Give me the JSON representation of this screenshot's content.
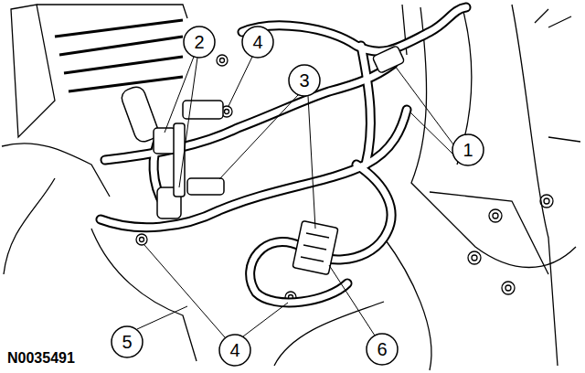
{
  "diagram": {
    "labels": [
      "2",
      "4",
      "3",
      "1",
      "5",
      "4",
      "6",
      "N0035491"
    ]
  }
}
